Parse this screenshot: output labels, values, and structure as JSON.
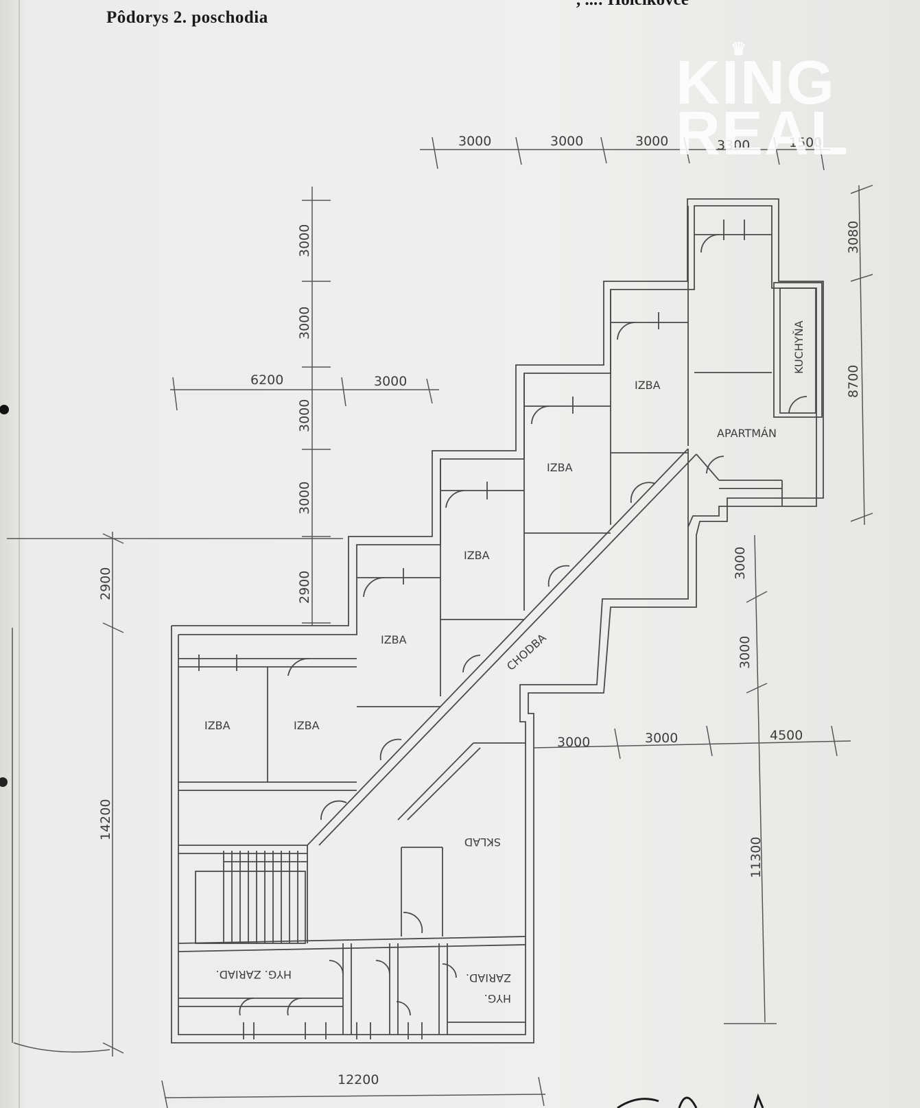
{
  "heading": "Pôdorys  2. poschodia",
  "heading_right": ", ...: Holčíkovce",
  "watermark": {
    "line1": "KING",
    "line2": "REAL",
    "crown": "♛"
  },
  "dimensions": {
    "top": [
      "3000",
      "3000",
      "3000",
      "3300",
      "1500"
    ],
    "left_vertical": [
      "3000",
      "3000",
      "3000",
      "3000",
      "2900"
    ],
    "mid_horizontal": [
      "6200",
      "3000"
    ],
    "far_left_vertical": [
      "2900",
      "14200"
    ],
    "right_vertical": [
      "3080",
      "8700"
    ],
    "right_mid_vertical": [
      "3000",
      "3000",
      "11300"
    ],
    "bottom_right_horizontal": [
      "3000",
      "3000",
      "4500"
    ],
    "bottom": "12200"
  },
  "rooms": {
    "izba": "IZBA",
    "apartman": "APARTMÁN",
    "kuchyna": "KUCHYŇA",
    "chodba": "CHODBA",
    "sklad": "SKLAD",
    "hyg_left": "HYG. ZARIAD.",
    "hyg_right_1": "HYG.",
    "hyg_right_2": "ZARIAD."
  }
}
